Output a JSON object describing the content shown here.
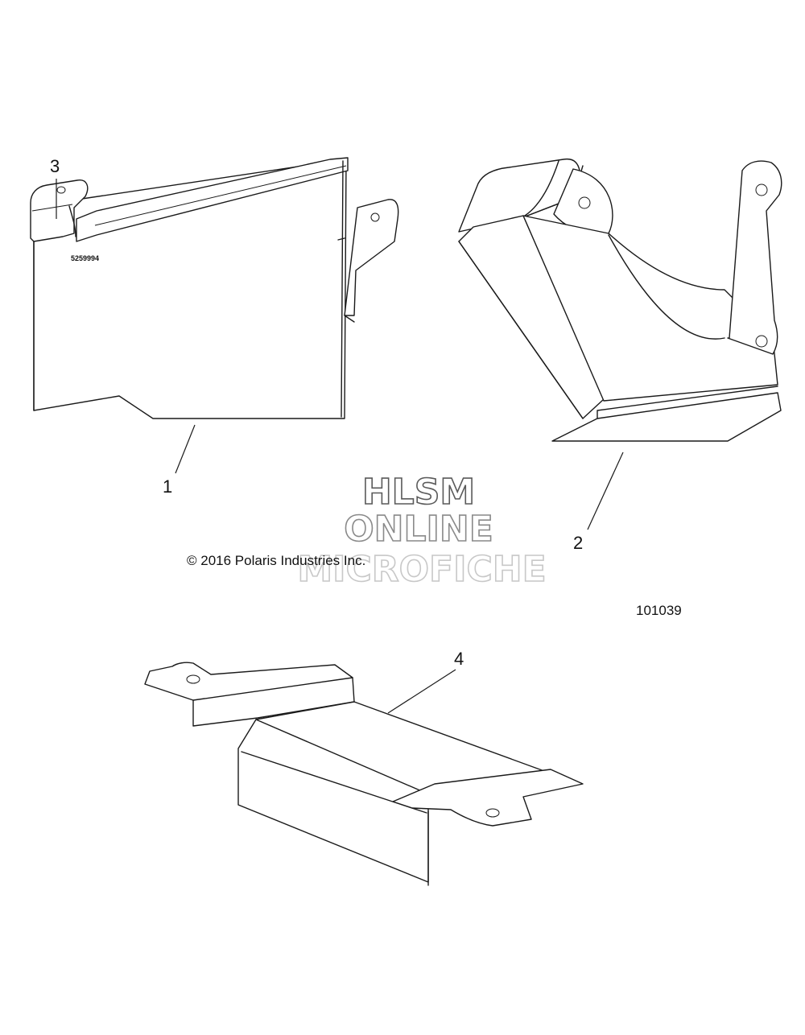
{
  "callouts": {
    "c1": "1",
    "c2": "2",
    "c3": "3",
    "c4": "4"
  },
  "part_stamp": "5259994",
  "copyright": "© 2016 Polaris Industries Inc.",
  "figure_number": "101039",
  "watermark": {
    "line1": "HLSM",
    "line2": "ONLINE",
    "line3": "MICROFICHE",
    "colors": [
      "#5a5a5a",
      "#8a8a8a",
      "#c8c8c8"
    ]
  }
}
